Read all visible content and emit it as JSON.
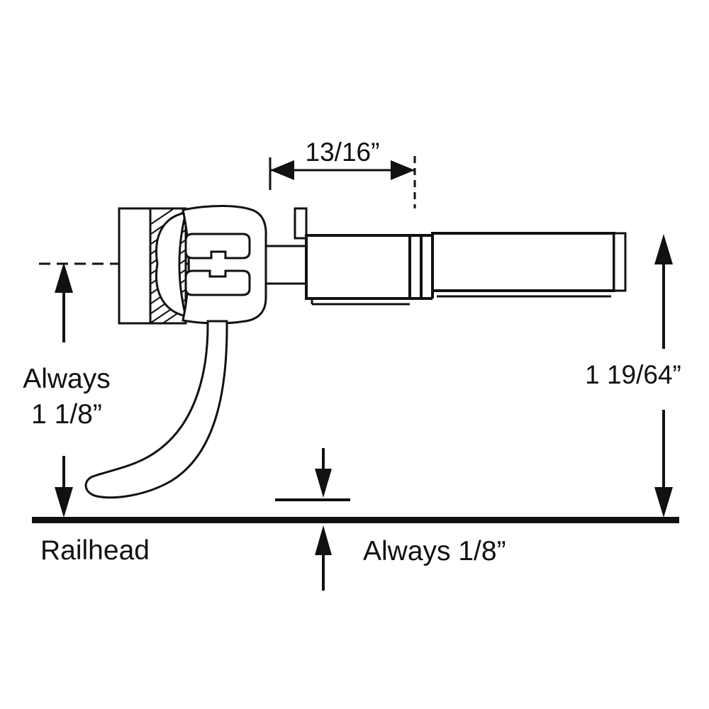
{
  "labels": {
    "top_dimension": "13/16”",
    "left_dimension_line1": "Always",
    "left_dimension_line2": "1 1/8”",
    "right_dimension": "1 19/64”",
    "bottom_dimension": "Always 1/8”",
    "railhead": "Railhead"
  },
  "colors": {
    "ink": "#111111",
    "background": "#ffffff"
  }
}
